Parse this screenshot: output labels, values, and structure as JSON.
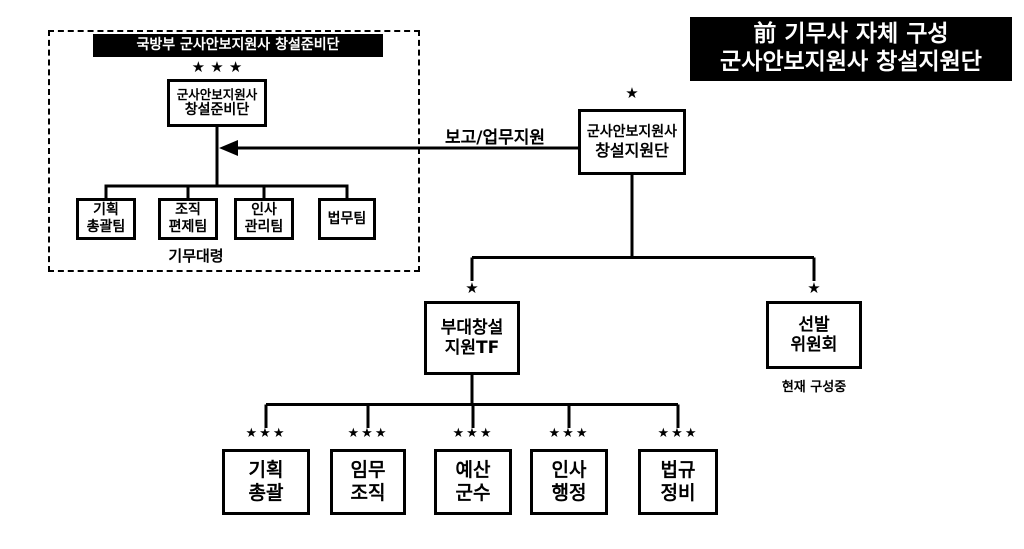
{
  "colors": {
    "line": "#000000",
    "title_bg": "#000000",
    "title_fg": "#ffffff",
    "box_border": "#000000"
  },
  "title_box": {
    "line1": "前 기무사 자체 구성",
    "line2": "군사안보지원사 창설지원단"
  },
  "prep_group": {
    "header": "국방부 군사안보지원사 창설준비단",
    "stars": "★ ★ ★",
    "main_box": {
      "line1": "군사안보지원사",
      "line2": "창설준비단"
    },
    "teams": [
      {
        "line1": "기획",
        "line2": "총괄팀"
      },
      {
        "line1": "조직",
        "line2": "편제팀"
      },
      {
        "line1": "인사",
        "line2": "관리팀"
      },
      {
        "line1": "법무팀"
      }
    ],
    "footer": "기무대령"
  },
  "arrow": {
    "label": "보고/업무지원"
  },
  "support_hq": {
    "star": "★",
    "line1": "군사안보지원사",
    "line2": "창설지원단"
  },
  "tf": {
    "star": "★",
    "line1": "부대창설",
    "line2": "지원TF"
  },
  "committee": {
    "star": "★",
    "line1": "선발",
    "line2": "위원회",
    "note": "현재 구성중"
  },
  "tf_teams": [
    {
      "stars": "★★★",
      "line1": "기획",
      "line2": "총괄"
    },
    {
      "stars": "★★★",
      "line1": "임무",
      "line2": "조직"
    },
    {
      "stars": "★★★",
      "line1": "예산",
      "line2": "군수"
    },
    {
      "stars": "★★★",
      "line1": "인사",
      "line2": "행정"
    },
    {
      "stars": "★★★",
      "line1": "법규",
      "line2": "정비"
    }
  ]
}
